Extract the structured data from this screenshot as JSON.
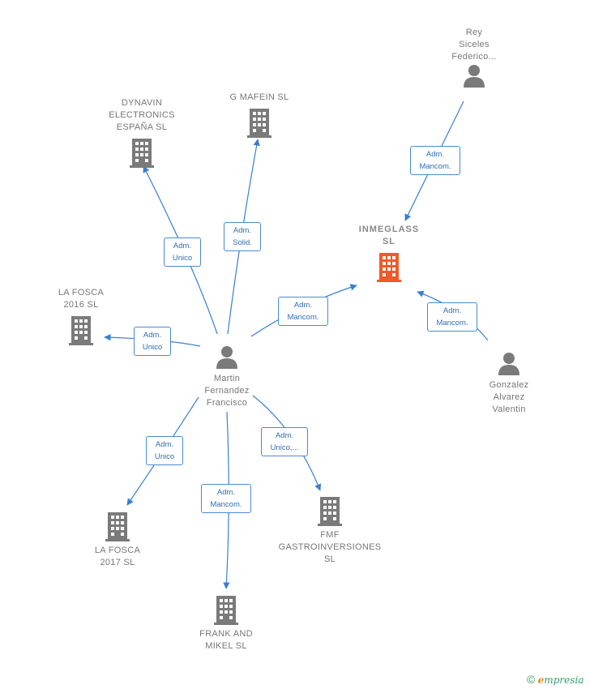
{
  "nodes": {
    "rey": {
      "label": "Rey\nSiceles\nFederico...",
      "icon": "person-icon"
    },
    "dynavin": {
      "label": "DYNAVIN\nELECTRONICS\nESPAÑA SL",
      "icon": "building-icon"
    },
    "gmafein": {
      "label": "G MAFEIN  SL",
      "icon": "building-icon"
    },
    "inmeglass": {
      "label": "INMEGLASS\nSL",
      "icon": "building-icon"
    },
    "fosca2016": {
      "label": "LA FOSCA\n2016 SL",
      "icon": "building-icon"
    },
    "martin": {
      "label": "Martin\nFernandez\nFrancisco",
      "icon": "person-icon"
    },
    "gonzalez": {
      "label": "Gonzalez\nAlvarez\nValentin",
      "icon": "person-icon"
    },
    "fosca2017": {
      "label": "LA FOSCA\n2017  SL",
      "icon": "building-icon"
    },
    "frank": {
      "label": "FRANK AND\nMIKEL SL",
      "icon": "building-icon"
    },
    "fmf": {
      "label": "FMF\nGASTROINVERSIONES\nSL",
      "icon": "building-icon"
    }
  },
  "relations": {
    "rey_inmeglass": "Adm.\nMancom.",
    "martin_dynavin": "Adm.\nUnico",
    "martin_gmafein": "Adm.\nSolid.",
    "martin_inmeglass": "Adm.\nMancom.",
    "gonzalez_inmeglass": "Adm.\nMancom.",
    "martin_fosca2016": "Adm.\nUnico",
    "martin_fosca2017": "Adm.\nUnico",
    "martin_frank": "Adm.\nMancom.",
    "martin_fmf": "Adm.\nUnico,..."
  },
  "colors": {
    "edge": "#3a7fd0",
    "icon_gray": "#7a7a7a",
    "icon_focus": "#f05a28",
    "label_text": "#777777"
  },
  "brand": {
    "copyright": "©",
    "e": "e",
    "rest": "mpresia"
  }
}
